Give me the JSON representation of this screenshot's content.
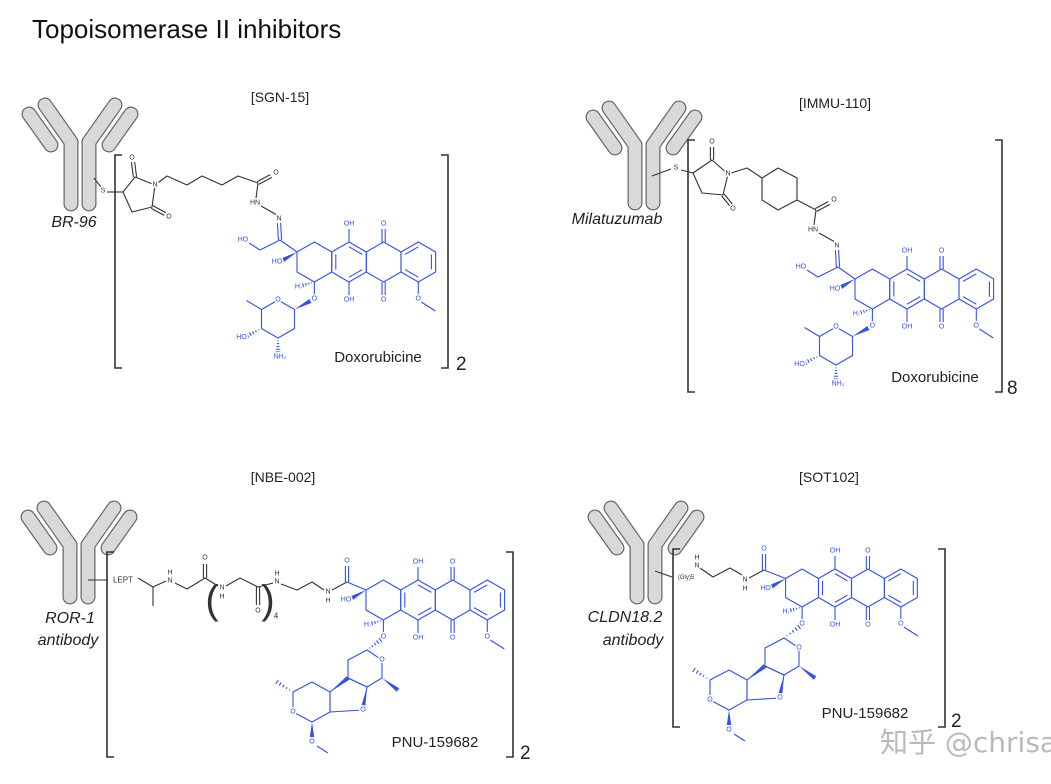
{
  "title": "Topoisomerase II inhibitors",
  "atoms": {
    "O": "O",
    "N": "N",
    "S": "S",
    "OH": "OH",
    "HO": "HO",
    "HN": "HN",
    "H": "H",
    "NH2": "NH₂",
    "LEPT": "LEPT",
    "Gly5": "(Gly)5",
    "paren_open": "(",
    "paren_close": ")",
    "repeat": "4"
  },
  "panels": [
    {
      "name": "[SGN-15]",
      "antibody": [
        "BR-96"
      ],
      "payload": "Doxorubicine",
      "multiplier": "2"
    },
    {
      "name": "[IMMU-110]",
      "antibody": [
        "Milatuzumab"
      ],
      "payload": "Doxorubicine",
      "multiplier": "8"
    },
    {
      "name": "[NBE-002]",
      "antibody": [
        "ROR-1",
        "antibody"
      ],
      "payload": "PNU-159682",
      "multiplier": "2"
    },
    {
      "name": "[SOT102]",
      "antibody": [
        "CLDN18.2",
        "antibody"
      ],
      "payload": "PNU-159682",
      "multiplier": "2"
    }
  ],
  "watermark": "知乎 @chrisach",
  "colors": {
    "payload": "#3552e0",
    "linker": "#333333",
    "antibody_fill": "#d9d9d9",
    "antibody_stroke": "#6a6a6a"
  }
}
